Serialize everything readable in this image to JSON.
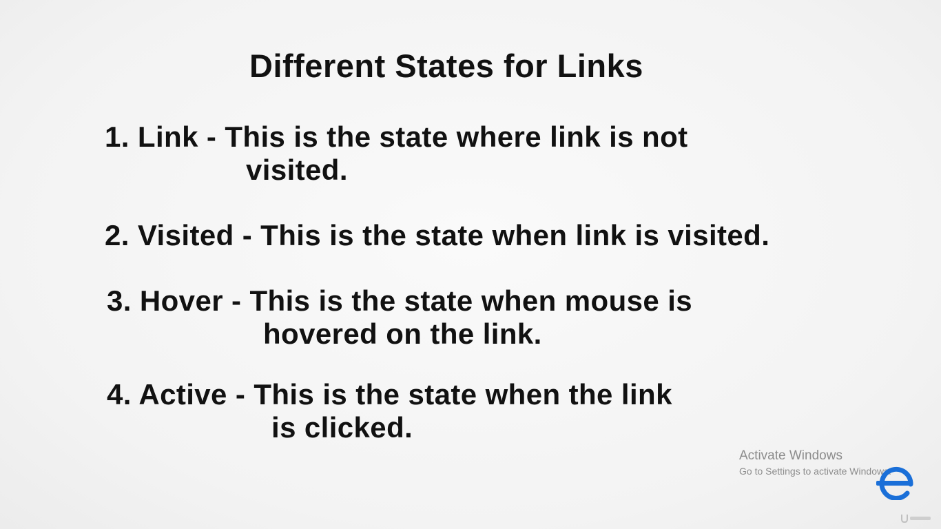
{
  "slide": {
    "title": "Different States for Links",
    "items": [
      {
        "line1": "1. Link -  This is the state where link is not",
        "line2": "visited."
      },
      {
        "line1": "2. Visited - This is the state when link is visited."
      },
      {
        "line1": "3. Hover - This is the state when mouse is",
        "line2": "hovered on the link."
      },
      {
        "line1": "4. Active - This is the state when the link",
        "line2": "is clicked."
      }
    ]
  },
  "watermark": {
    "title": "Activate Windows",
    "subtitle": "Go to Settings to activate Windows."
  },
  "logo": {
    "icon": "edu-e-logo-icon",
    "color": "#1a6fd8"
  },
  "colors": {
    "background": "#f4f4f4",
    "text": "#111111",
    "watermark": "#8c8c8c"
  }
}
